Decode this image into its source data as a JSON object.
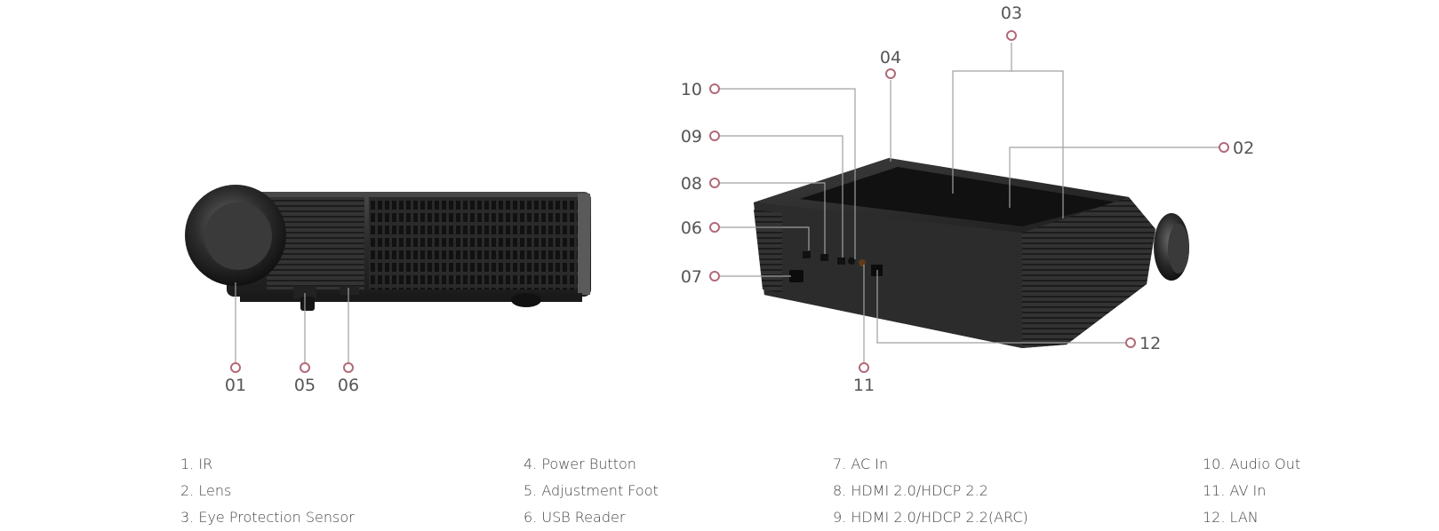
{
  "callouts": {
    "c01": "01",
    "c05": "05",
    "c06a": "06",
    "c03": "03",
    "c04": "04",
    "c10": "10",
    "c09": "09",
    "c08": "08",
    "c06b": "06",
    "c07": "07",
    "c02": "02",
    "c12": "12",
    "c11": "11"
  },
  "legend": [
    [
      "1. IR",
      "2. Lens",
      "3. Eye Protection Sensor"
    ],
    [
      "4. Power Button",
      "5. Adjustment Foot",
      "6. USB Reader"
    ],
    [
      "7. AC In",
      "8. HDMI 2.0/HDCP 2.2",
      "9. HDMI 2.0/HDCP 2.2(ARC)"
    ],
    [
      "10. Audio Out",
      "11. AV In",
      "12. LAN"
    ]
  ]
}
